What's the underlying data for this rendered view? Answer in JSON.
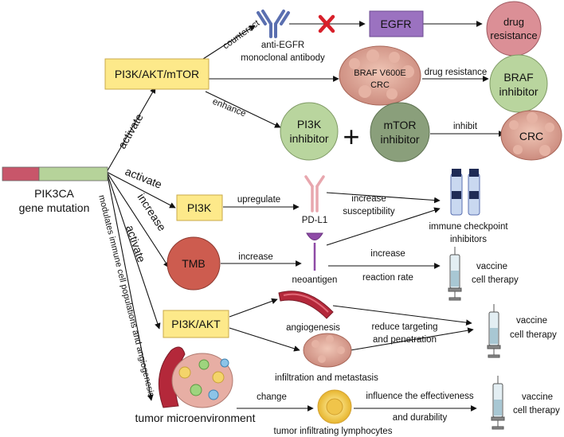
{
  "nodes": {
    "pi3k_akt_mtor": "PI3K/AKT/mTOR",
    "egfr": "EGFR",
    "drug_resistance_1": "drug",
    "drug_resistance_2": "resistance",
    "braf_crc_1": "BRAF V600E",
    "braf_crc_2": "CRC",
    "braf_inhibitor_1": "BRAF",
    "braf_inhibitor_2": "inhibitor",
    "pi3k_inhibitor_1": "PI3K",
    "pi3k_inhibitor_2": "inhibitor",
    "mtor_inhibitor_1": "mTOR",
    "mtor_inhibitor_2": "inhibitor",
    "crc": "CRC",
    "pik3ca_1": "PIK3CA",
    "pik3ca_2": "gene mutation",
    "pi3k": "PI3K",
    "pdl1": "PD-L1",
    "icb_1": "immune checkpoint",
    "icb_2": "inhibitors",
    "tmb": "TMB",
    "neoantigen": "neoantigen",
    "vaccine_1a": "vaccine",
    "vaccine_1b": "cell therapy",
    "pi3k_akt": "PI3K/AKT",
    "angiogenesis": "angiogenesis",
    "infiltration": "infiltration and metastasis",
    "vaccine_2a": "vaccine",
    "vaccine_2b": "cell therapy",
    "tumor_micro": "tumor microenvironment",
    "til": "tumor infiltrating lymphocytes",
    "vaccine_3a": "vaccine",
    "vaccine_3b": "cell therapy",
    "antibody_1": "anti-EGFR",
    "antibody_2": "monoclonal antibody",
    "plus": "+"
  },
  "edges": {
    "counteract": "counteract",
    "drug_resistance": "drug resistance",
    "enhance": "enhance",
    "inhibit": "inhibit",
    "activate_1": "activate",
    "activate_2": "activate",
    "upregulate": "upregulate",
    "increase_susc_1": "increase",
    "increase_susc_2": "susceptibility",
    "increase_tmb": "increase",
    "activate_3": "activate",
    "increase_neo": "increase",
    "increase_rr_1": "increase",
    "reaction_rate": "reaction rate",
    "reduce_1": "reduce targeting",
    "reduce_2": "and penetration",
    "modulates": "modulates immune cell populations and angiogenesis",
    "change": "change",
    "influence_1": "influence the effectiveness",
    "influence_2": "and durability"
  },
  "colors": {
    "yellow": "#fde98a",
    "purple": "#9b72c0",
    "pink": "#db8f96",
    "green": "#b9d59e",
    "darkgreen": "#8a9f7b",
    "red_circle": "#cd5c4f",
    "tumor": "#d8a090",
    "bar_red": "#c8566a",
    "bar_green": "#b6d39a"
  }
}
